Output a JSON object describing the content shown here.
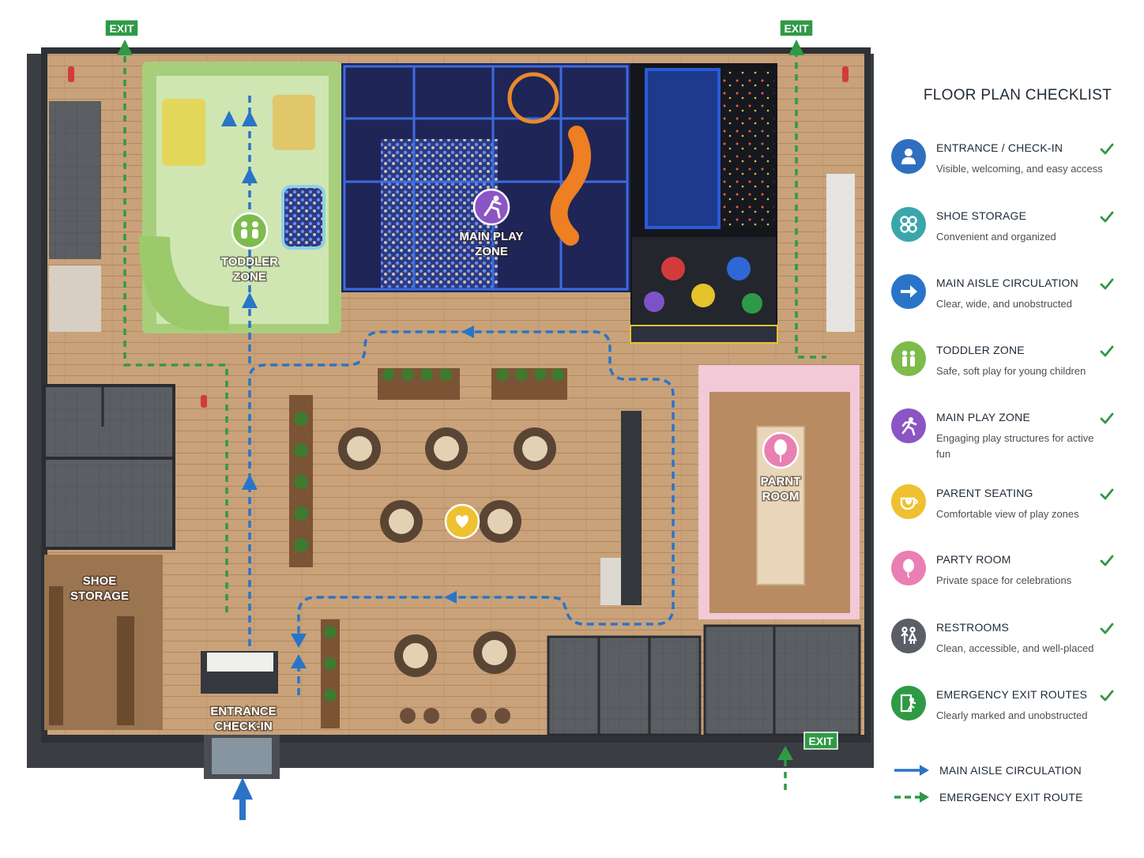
{
  "plan": {
    "exit_signs": [
      "EXIT",
      "EXIT",
      "EXIT"
    ],
    "zones": {
      "toddler": [
        "TODDLER",
        "ZONE"
      ],
      "main_play": [
        "MAIN PLAY",
        "ZONE"
      ],
      "party": [
        "PARNT",
        "ROOM"
      ],
      "shoe": [
        "SHOE",
        "STORAGE"
      ],
      "entrance": [
        "ENTRANCE",
        "CHECK-IN"
      ]
    }
  },
  "checklist": {
    "title": "FLOOR PLAN CHECKLIST",
    "items": [
      {
        "name": "ENTRANCE / CHECK-IN",
        "desc": "Visible, welcoming, and easy access",
        "icon": "person-icon",
        "color": "#2f6fbf"
      },
      {
        "name": "SHOE STORAGE",
        "desc": "Convenient and organized",
        "icon": "shoe-rack-icon",
        "color": "#3aa6ab"
      },
      {
        "name": "MAIN AISLE CIRCULATION",
        "desc": "Clear, wide, and unobstructed",
        "icon": "arrow-right-icon",
        "color": "#2a74c8"
      },
      {
        "name": "TODDLER ZONE",
        "desc": "Safe, soft play for young children",
        "icon": "children-icon",
        "color": "#7dbb4c"
      },
      {
        "name": "MAIN PLAY ZONE",
        "desc": "Engaging play structures for active fun",
        "icon": "running-icon",
        "color": "#8b55c4"
      },
      {
        "name": "PARENT SEATING",
        "desc": "Comfortable view of play zones",
        "icon": "heart-cup-icon",
        "color": "#efc02f"
      },
      {
        "name": "PARTY ROOM",
        "desc": "Private space for celebrations",
        "icon": "balloon-icon",
        "color": "#ea7fb3"
      },
      {
        "name": "RESTROOMS",
        "desc": "Clean, accessible, and well-placed",
        "icon": "restroom-icon",
        "color": "#5a5f66"
      },
      {
        "name": "EMERGENCY EXIT ROUTES",
        "desc": "Clearly marked and unobstructed",
        "icon": "exit-door-icon",
        "color": "#2f9a45"
      }
    ],
    "check_color": "#2f9a45"
  },
  "legend": {
    "items": [
      {
        "label": "MAIN AISLE CIRCULATION",
        "color": "#2a74c8",
        "style": "solid"
      },
      {
        "label": "EMERGENCY EXIT ROUTE",
        "color": "#2f9a45",
        "style": "dashed"
      }
    ]
  }
}
